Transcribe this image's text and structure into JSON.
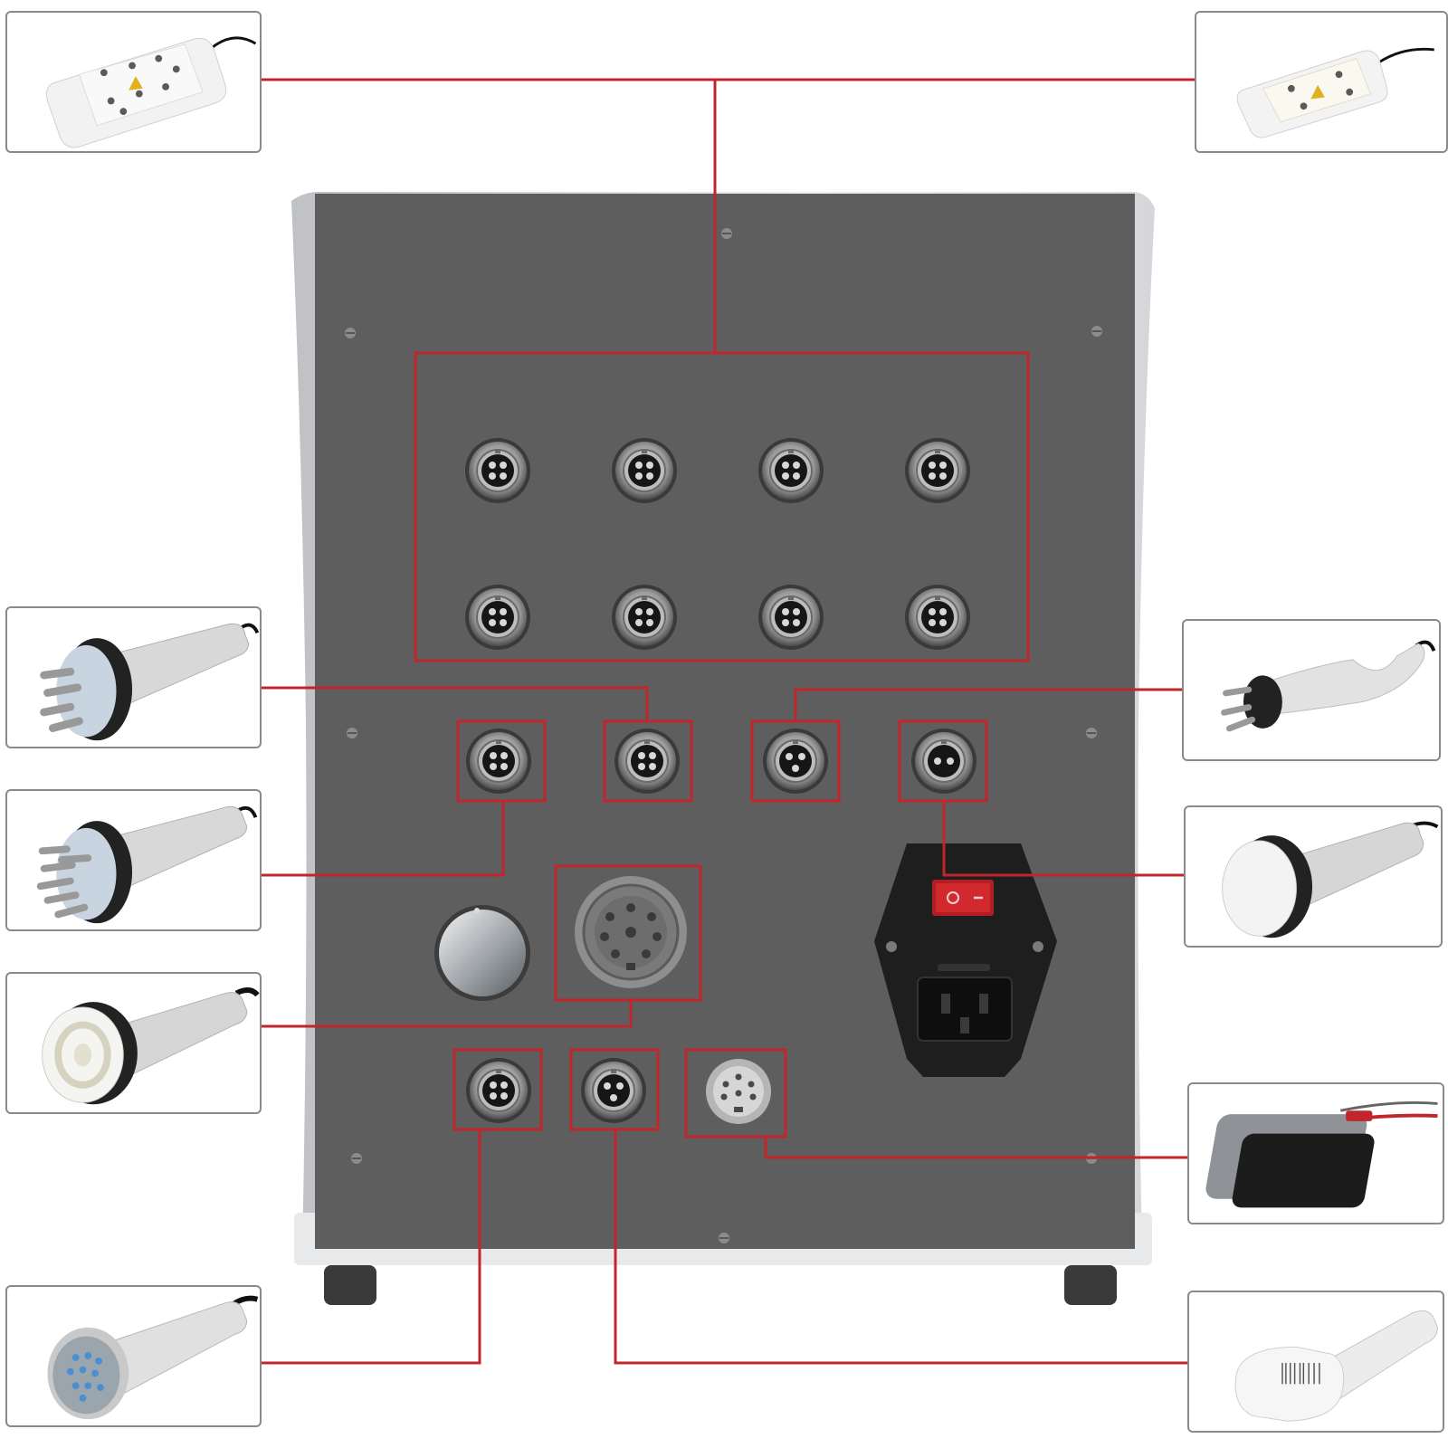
{
  "diagram": {
    "panel_color": "#5e5e5e",
    "frame_color": "#e6e7e9",
    "line_color": "#c0262c",
    "callout_frame_color": "#8a8a8a",
    "attachments": [
      {
        "id": "lipo-pad-large",
        "icon": "lipo-laser-pad-8-icon"
      },
      {
        "id": "lipo-pad-small",
        "icon": "lipo-laser-pad-4-icon"
      },
      {
        "id": "rf-probe-4pin",
        "icon": "rf-probe-4-pin-icon"
      },
      {
        "id": "rf-probe-tripolar",
        "icon": "rf-probe-tripolar-icon"
      },
      {
        "id": "rf-probe-6pin",
        "icon": "rf-probe-6-pin-icon"
      },
      {
        "id": "cavitation-probe-large",
        "icon": "cavitation-probe-icon"
      },
      {
        "id": "vacuum-probe",
        "icon": "vacuum-cup-probe-icon"
      },
      {
        "id": "electrode-pad",
        "icon": "electrode-pad-icon"
      },
      {
        "id": "led-photon-probe",
        "icon": "led-photon-probe-icon"
      },
      {
        "id": "cold-hammer-probe",
        "icon": "cold-hammer-probe-icon"
      }
    ],
    "ports": [
      {
        "id": "lipo-bank",
        "icon": "aviation-socket-4pin-icon",
        "count": 8
      },
      {
        "id": "rf-port-1",
        "icon": "aviation-socket-4pin-icon"
      },
      {
        "id": "rf-port-2",
        "icon": "aviation-socket-4pin-icon"
      },
      {
        "id": "rf-port-3",
        "icon": "aviation-socket-3pin-icon"
      },
      {
        "id": "rf-port-4",
        "icon": "aviation-socket-2pin-icon"
      },
      {
        "id": "vacuum-port",
        "icon": "multi-pin-round-socket-icon"
      },
      {
        "id": "led-port",
        "icon": "aviation-socket-4pin-icon"
      },
      {
        "id": "hammer-port",
        "icon": "aviation-socket-3pin-icon"
      },
      {
        "id": "electrode-port",
        "icon": "din-socket-icon"
      },
      {
        "id": "power-switch",
        "icon": "rocker-switch-icon"
      },
      {
        "id": "power-inlet",
        "icon": "iec-power-inlet-icon"
      },
      {
        "id": "control-knob",
        "icon": "knob-icon"
      }
    ]
  }
}
